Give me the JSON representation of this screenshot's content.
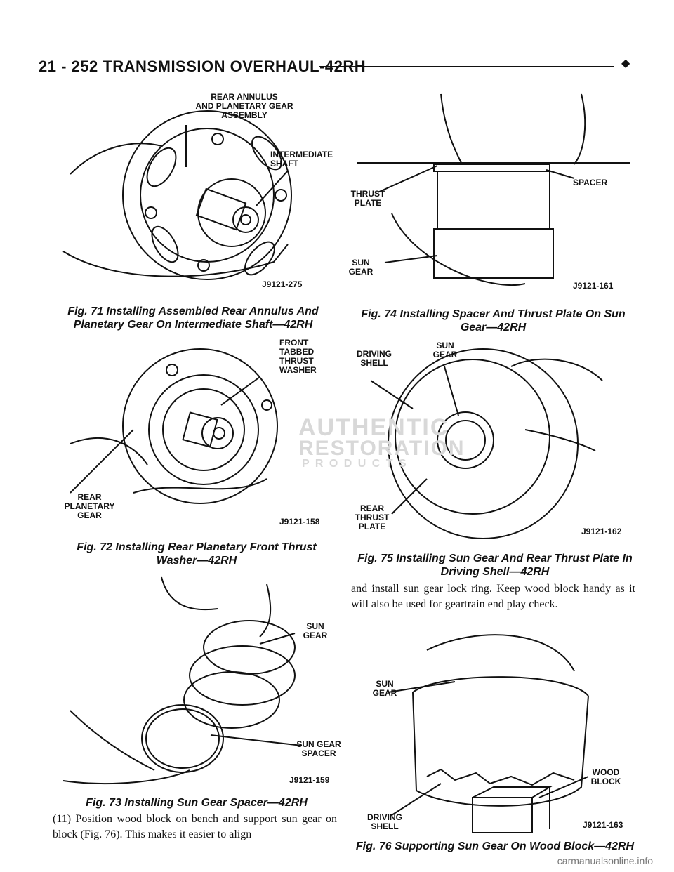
{
  "header": {
    "title": "21 - 252   TRANSMISSION OVERHAUL-42RH",
    "marker": "◆"
  },
  "figures": {
    "fig71": {
      "labels": {
        "annulus": "REAR ANNULUS\nAND PLANETARY GEAR\nASSEMBLY",
        "shaft": "INTERMEDIATE\nSHAFT"
      },
      "code": "J9121-275",
      "caption": "Fig. 71 Installing Assembled Rear Annulus And Planetary Gear On Intermediate Shaft—42RH"
    },
    "fig72": {
      "labels": {
        "washer": "FRONT\nTABBED\nTHRUST\nWASHER",
        "planetary": "REAR\nPLANETARY\nGEAR"
      },
      "code": "J9121-158",
      "caption": "Fig. 72 Installing Rear Planetary Front Thrust Washer—42RH"
    },
    "fig73": {
      "labels": {
        "sun_gear": "SUN\nGEAR",
        "spacer": "SUN GEAR\nSPACER"
      },
      "code": "J9121-159",
      "caption": "Fig. 73 Installing Sun Gear Spacer—42RH"
    },
    "fig74": {
      "labels": {
        "thrust_plate": "THRUST\nPLATE",
        "spacer": "SPACER",
        "sun_gear": "SUN\nGEAR"
      },
      "code": "J9121-161",
      "caption": "Fig. 74 Installing Spacer And Thrust Plate On Sun Gear—42RH"
    },
    "fig75": {
      "labels": {
        "driving_shell": "DRIVING\nSHELL",
        "sun_gear": "SUN\nGEAR",
        "rear_thrust_plate": "REAR\nTHRUST\nPLATE"
      },
      "code": "J9121-162",
      "caption": "Fig. 75 Installing Sun Gear And Rear Thrust Plate In Driving Shell—42RH"
    },
    "fig76": {
      "labels": {
        "sun_gear": "SUN\nGEAR",
        "wood_block": "WOOD\nBLOCK",
        "driving_shell": "DRIVING\nSHELL"
      },
      "code": "J9121-163",
      "caption": "Fig. 76 Supporting Sun Gear On Wood Block—42RH"
    }
  },
  "text": {
    "left_para": "(11) Position wood block on bench and support sun gear on block (Fig. 76). This makes it easier to align",
    "right_para": "and install sun gear lock ring. Keep wood block handy as it will also be used for geartrain end play check."
  },
  "watermark": {
    "line1": "AUTHENTIC",
    "line2": "RESTORATION",
    "line3": "P R O D U C T S"
  },
  "footer": "carmanualsonline.info"
}
